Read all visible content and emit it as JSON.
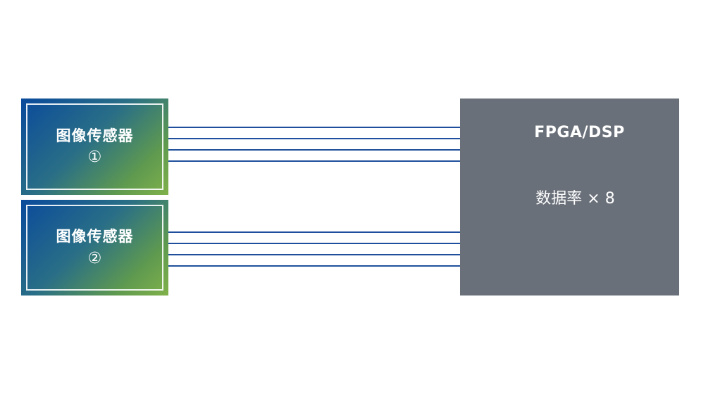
{
  "sensors": [
    {
      "title": "图像传感器",
      "index": "①"
    },
    {
      "title": "图像传感器",
      "index": "②"
    }
  ],
  "processor": {
    "title": "FPGA/DSP",
    "rate_label": "数据率 × 8"
  },
  "colors": {
    "signal_line": "#1f4f9c",
    "processor_fill": "#6a707a",
    "bracket": "#ffffff",
    "sensor_gradient_start": "#0a4a9c",
    "sensor_gradient_end": "#80b14a"
  },
  "lanes_per_sensor": 4
}
